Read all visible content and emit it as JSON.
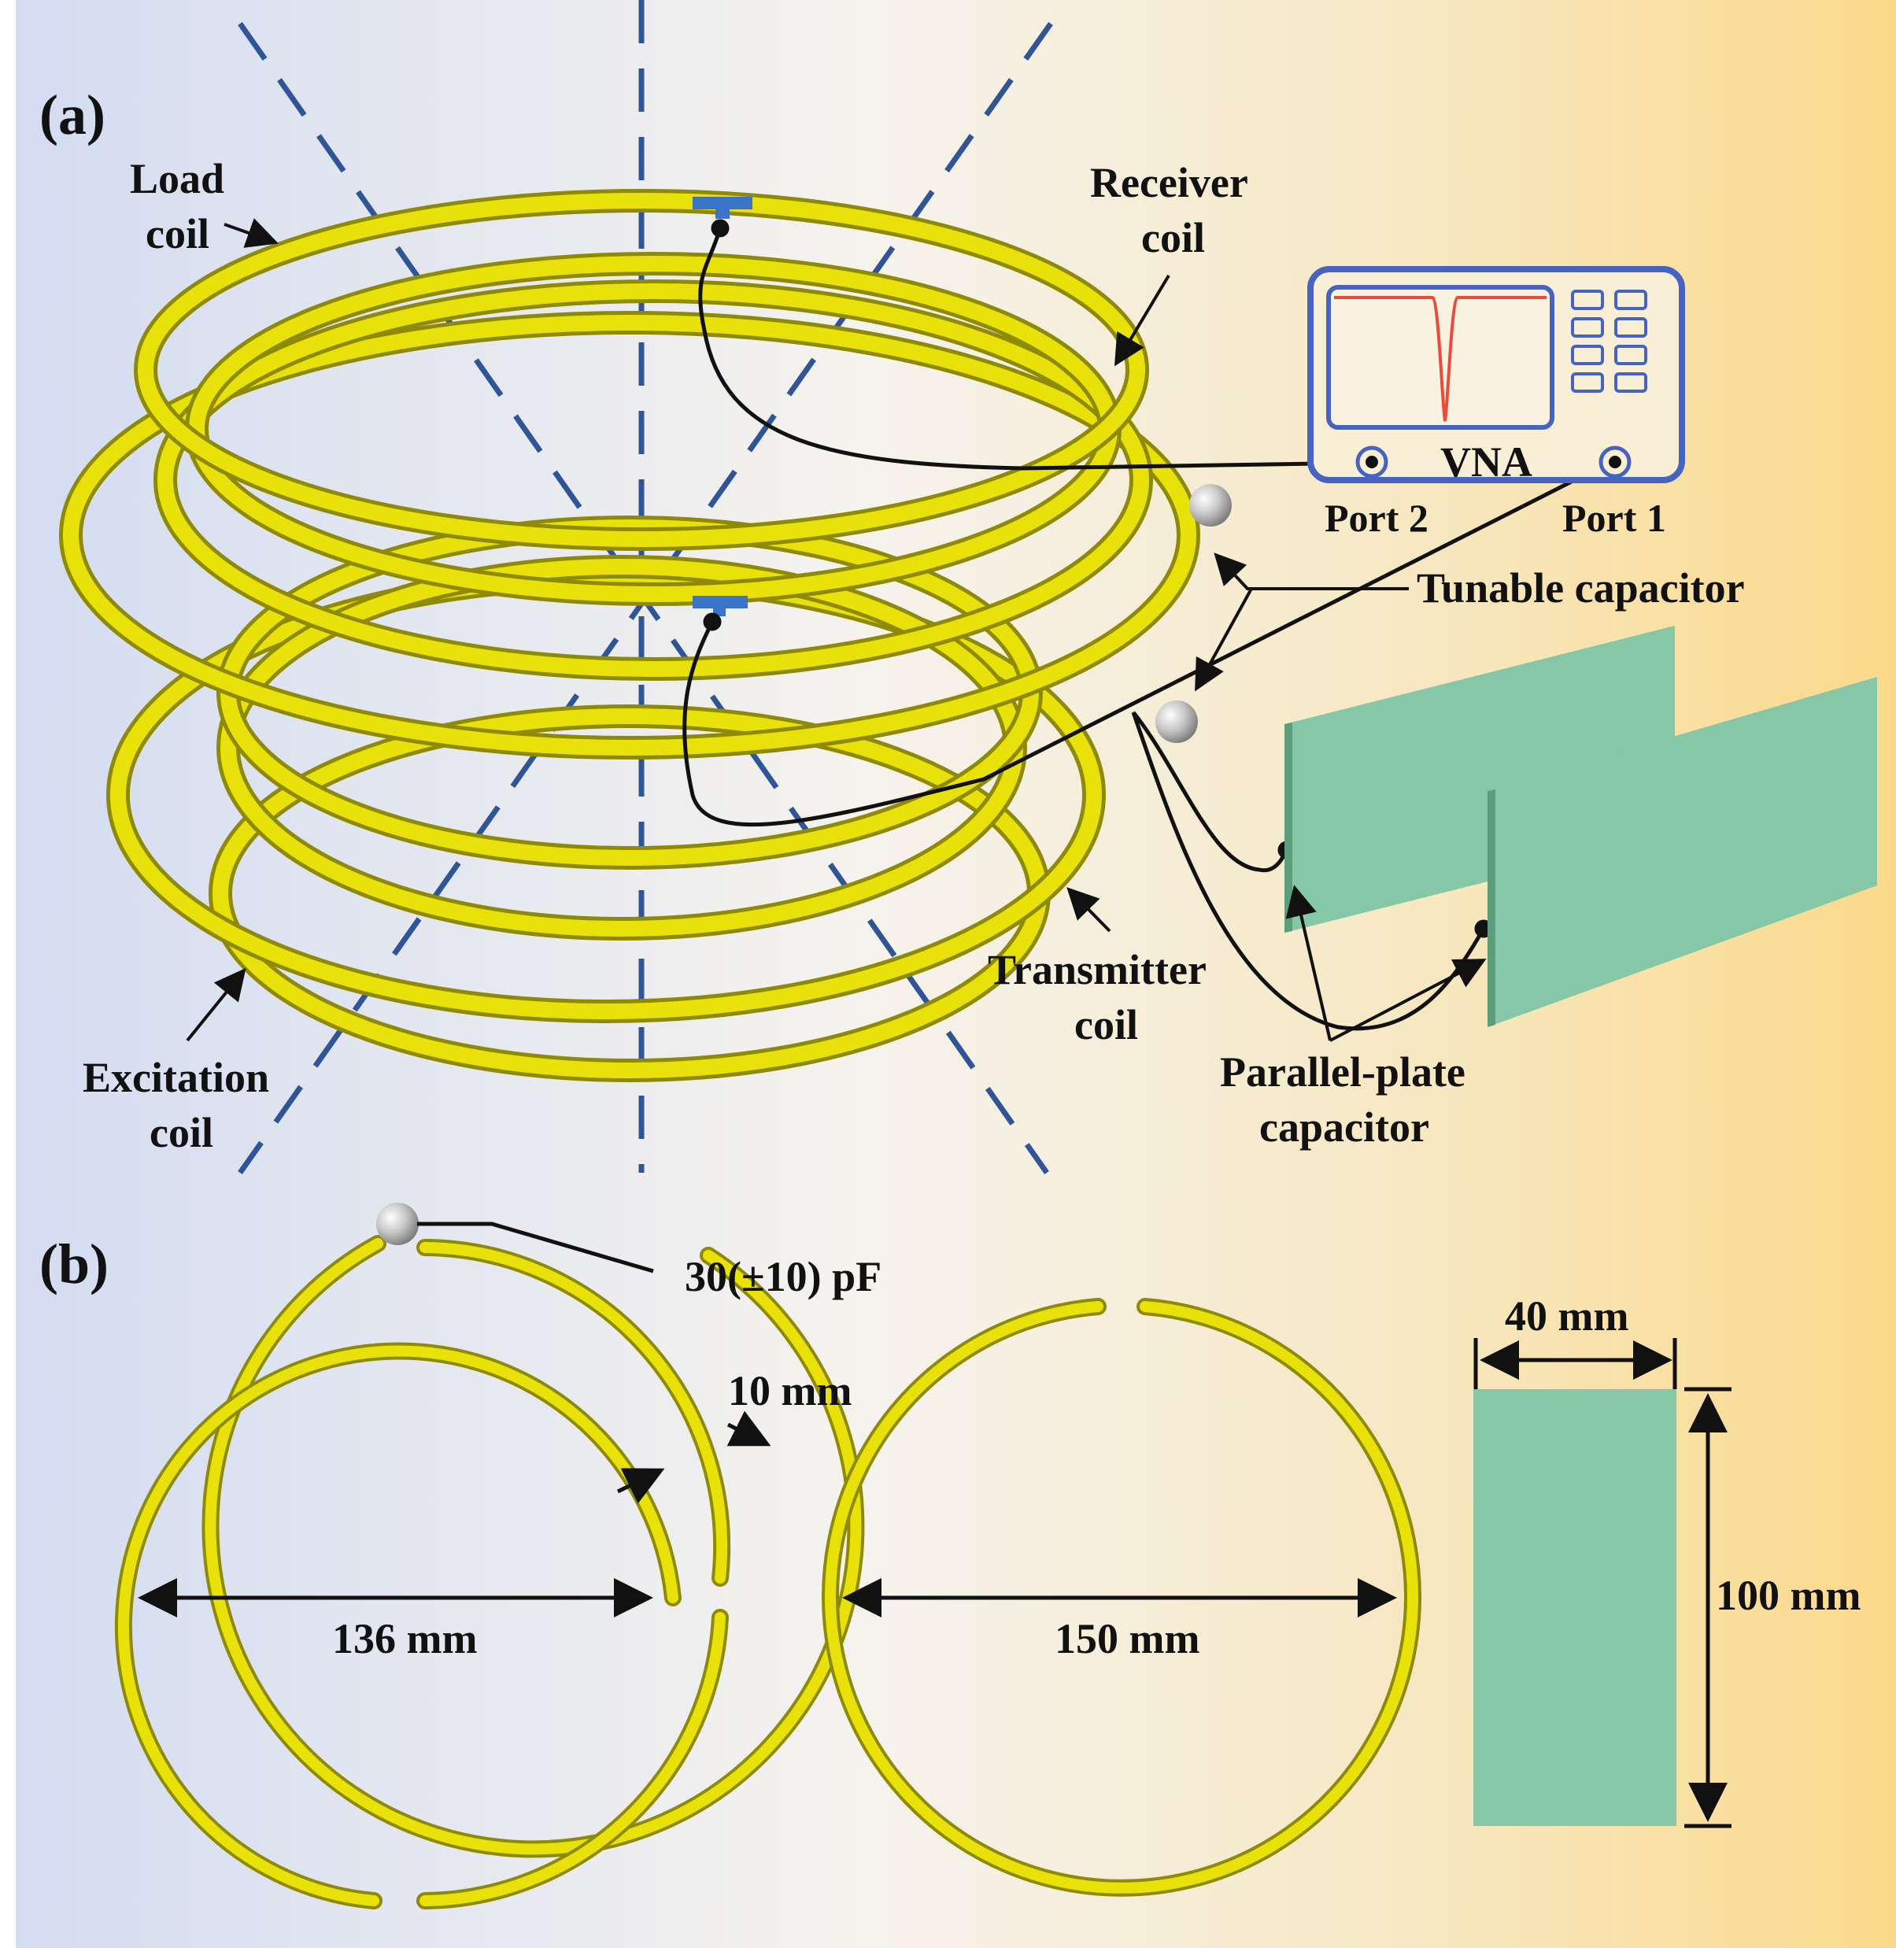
{
  "panels": {
    "a": "(a)",
    "b": "(b)"
  },
  "labels": {
    "load_coil": [
      "Load",
      "coil"
    ],
    "receiver_coil": [
      "Receiver",
      "coil"
    ],
    "transmitter_coil": [
      "Transmitter",
      "coil"
    ],
    "excitation_coil": [
      "Excitation",
      "coil"
    ],
    "tunable_capacitor": "Tunable capacitor",
    "parallel_plate_capacitor": [
      "Parallel-plate",
      "capacitor"
    ],
    "vna": "VNA",
    "port2": "Port 2",
    "port1": "Port 1"
  },
  "dimensions": {
    "capacitance": "30(±10) pF",
    "wire_gap": "10 mm",
    "receiver_diameter": "136 mm",
    "loop_diameter": "150 mm",
    "plate_width": "40 mm",
    "plate_height": "100 mm"
  },
  "colors": {
    "background_left": "#d3dcf1",
    "background_mid": "#f6f3ee",
    "background_right": "#fbd98a",
    "coil": "#e8e10a",
    "coil_shadow": "#8f8a05",
    "axis_dashed": "#2f5597",
    "plate": "#85c7a6",
    "vna_frame": "#4763c0",
    "vna_trace": "#e84c3d",
    "feed_block": "#3a73c8"
  },
  "icons": [
    "tunable-capacitor-icon",
    "vna-icon",
    "port-connector-icon"
  ]
}
